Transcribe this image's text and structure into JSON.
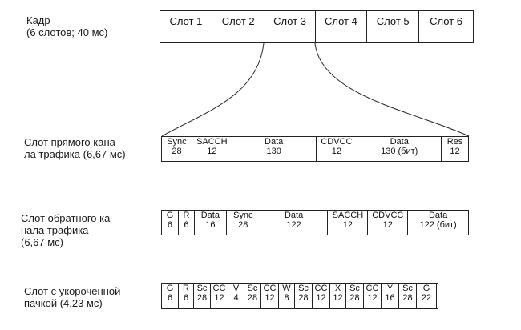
{
  "frame": {
    "label": "Кадр\n(6 слотов; 40 мс)",
    "slots": [
      "Слот 1",
      "Слот 2",
      "Слот 3",
      "Слот 4",
      "Слот 5",
      "Слот 6"
    ]
  },
  "forward": {
    "label": "Слот прямого кана-\nла трафика (6,67 мс)",
    "fields": [
      {
        "name": "Sync",
        "value": "28"
      },
      {
        "name": "SACCH",
        "value": "12"
      },
      {
        "name": "Data",
        "value": "130"
      },
      {
        "name": "CDVCC",
        "value": "12"
      },
      {
        "name": "Data",
        "value": "130 (бит)"
      },
      {
        "name": "Res",
        "value": "12"
      }
    ]
  },
  "reverse": {
    "label": "Слот обратного ка-\nнала трафика\n(6,67 мс)",
    "fields": [
      {
        "name": "G",
        "value": "6"
      },
      {
        "name": "R",
        "value": "6"
      },
      {
        "name": "Data",
        "value": "16"
      },
      {
        "name": "Sync",
        "value": "28"
      },
      {
        "name": "Data",
        "value": "122"
      },
      {
        "name": "SACCH",
        "value": "12"
      },
      {
        "name": "CDVCC",
        "value": "12"
      },
      {
        "name": "Data",
        "value": "122 (бит)"
      }
    ]
  },
  "shortened": {
    "label": "Слот с укороченной\nпачкой (4,23 мс)",
    "fields": [
      {
        "name": "G",
        "value": "6"
      },
      {
        "name": "R",
        "value": "6"
      },
      {
        "name": "Sc",
        "value": "28"
      },
      {
        "name": "CC",
        "value": "12"
      },
      {
        "name": "V",
        "value": "4"
      },
      {
        "name": "Sc",
        "value": "28"
      },
      {
        "name": "CC",
        "value": "12"
      },
      {
        "name": "W",
        "value": "8"
      },
      {
        "name": "Sc",
        "value": "28"
      },
      {
        "name": "CC",
        "value": "12"
      },
      {
        "name": "X",
        "value": "12"
      },
      {
        "name": "Sc",
        "value": "28"
      },
      {
        "name": "CC",
        "value": "12"
      },
      {
        "name": "Y",
        "value": "16"
      },
      {
        "name": "Sc",
        "value": "28"
      },
      {
        "name": "G",
        "value": "22"
      }
    ]
  }
}
